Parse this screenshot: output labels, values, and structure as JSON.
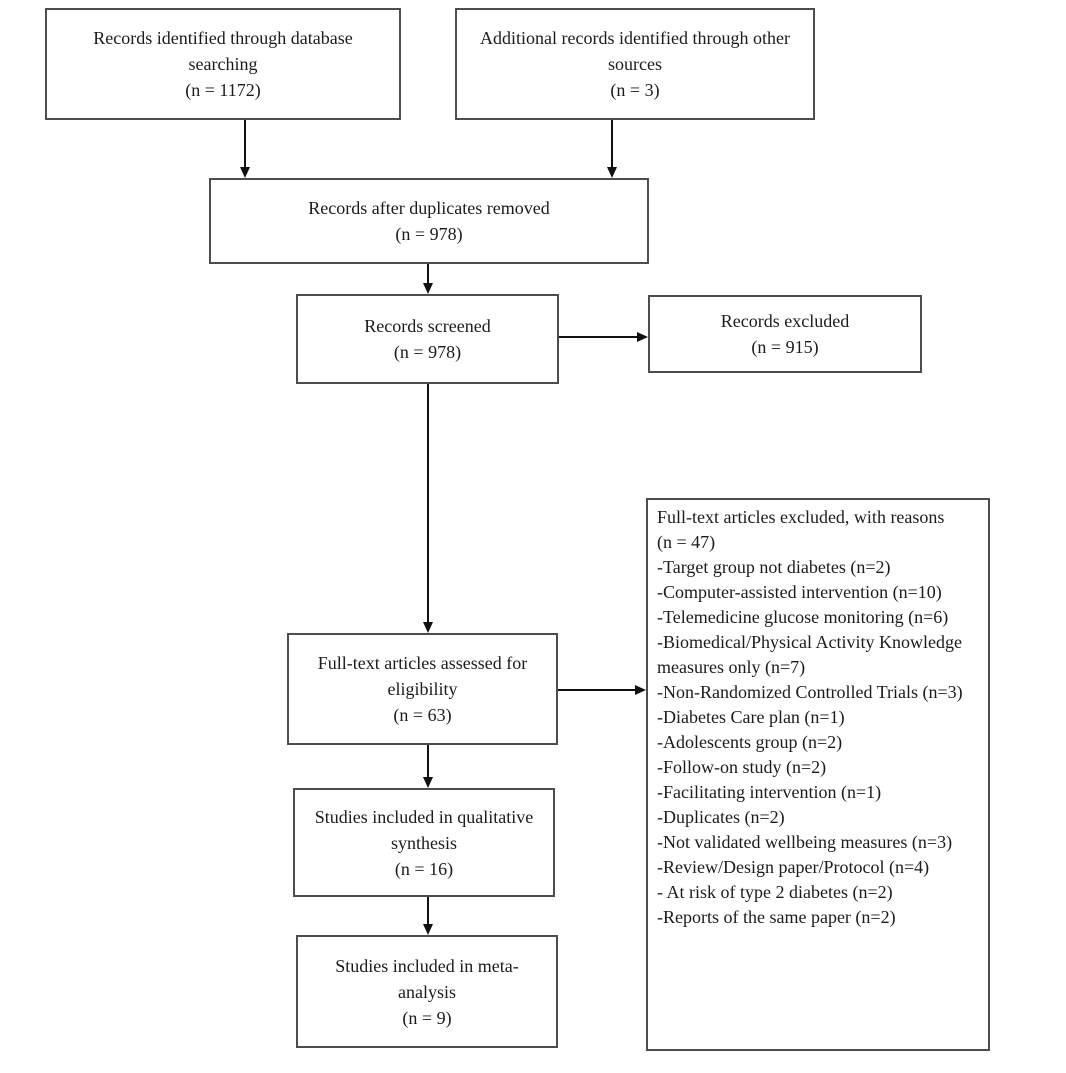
{
  "colors": {
    "background": "#ffffff",
    "box_border": "#4d4d4d",
    "arrow": "#111111",
    "text": "#1b1b1b"
  },
  "boxes": {
    "identified": {
      "label": "Records identified through database searching",
      "count": "(n = 1172)"
    },
    "additional": {
      "label": "Additional records identified through other sources",
      "count": "(n = 3)"
    },
    "dedup": {
      "label": "Records after duplicates removed",
      "count": "(n = 978)"
    },
    "screened": {
      "label": "Records screened",
      "count": "(n = 978)"
    },
    "excluded": {
      "label": "Records excluded",
      "count": "(n = 915)"
    },
    "fulltext": {
      "label": "Full-text articles assessed for eligibility",
      "count": "(n = 63)"
    },
    "qualitative": {
      "label": "Studies included in qualitative synthesis",
      "count": "(n = 16)"
    },
    "meta": {
      "label": "Studies included in meta-analysis",
      "count": "(n = 9)"
    }
  },
  "exclusion_reasons": {
    "title": "Full-text articles excluded, with reasons",
    "count": "(n = 47)",
    "items": [
      "-Target group not diabetes (n=2)",
      "-Computer-assisted intervention (n=10)",
      "-Telemedicine glucose monitoring (n=6)",
      "-Biomedical/Physical Activity Knowledge measures only (n=7)",
      "-Non-Randomized Controlled Trials (n=3)",
      "-Diabetes Care plan (n=1)",
      "-Adolescents group (n=2)",
      "-Follow-on study (n=2)",
      "-Facilitating intervention (n=1)",
      "-Duplicates (n=2)",
      "-Not validated wellbeing measures (n=3)",
      "-Review/Design paper/Protocol (n=4)",
      "- At risk of type 2 diabetes (n=2)",
      "-Reports of the same paper (n=2)"
    ]
  }
}
